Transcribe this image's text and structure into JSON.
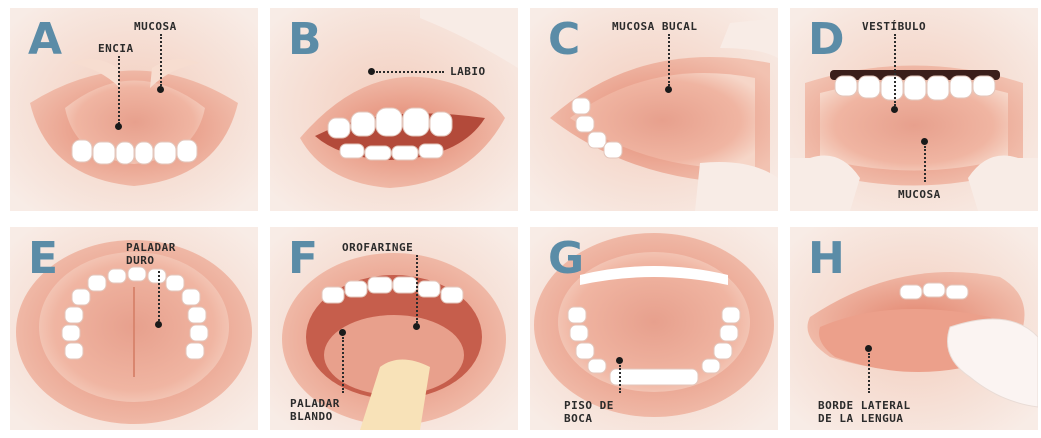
{
  "panels": [
    {
      "letter": "A",
      "labels": [
        "MUCOSA",
        "ENCIA"
      ]
    },
    {
      "letter": "B",
      "labels": [
        "LABIO"
      ]
    },
    {
      "letter": "C",
      "labels": [
        "MUCOSA BUCAL"
      ]
    },
    {
      "letter": "D",
      "labels": [
        "VESTÍBULO",
        "MUCOSA"
      ]
    },
    {
      "letter": "E",
      "labels": [
        "PALADAR DURO"
      ]
    },
    {
      "letter": "F",
      "labels": [
        "OROFARINGE",
        "PALADAR BLANDO"
      ]
    },
    {
      "letter": "G",
      "labels": [
        "PISO DE BOCA"
      ]
    },
    {
      "letter": "H",
      "labels": [
        "BORDE LATERAL DE LA LENGUA"
      ]
    }
  ],
  "colors": {
    "letter": "#5b8ca7",
    "lip": "#e59a86",
    "mucosa": "#f2b7a4",
    "tooth": "#ffffff"
  }
}
